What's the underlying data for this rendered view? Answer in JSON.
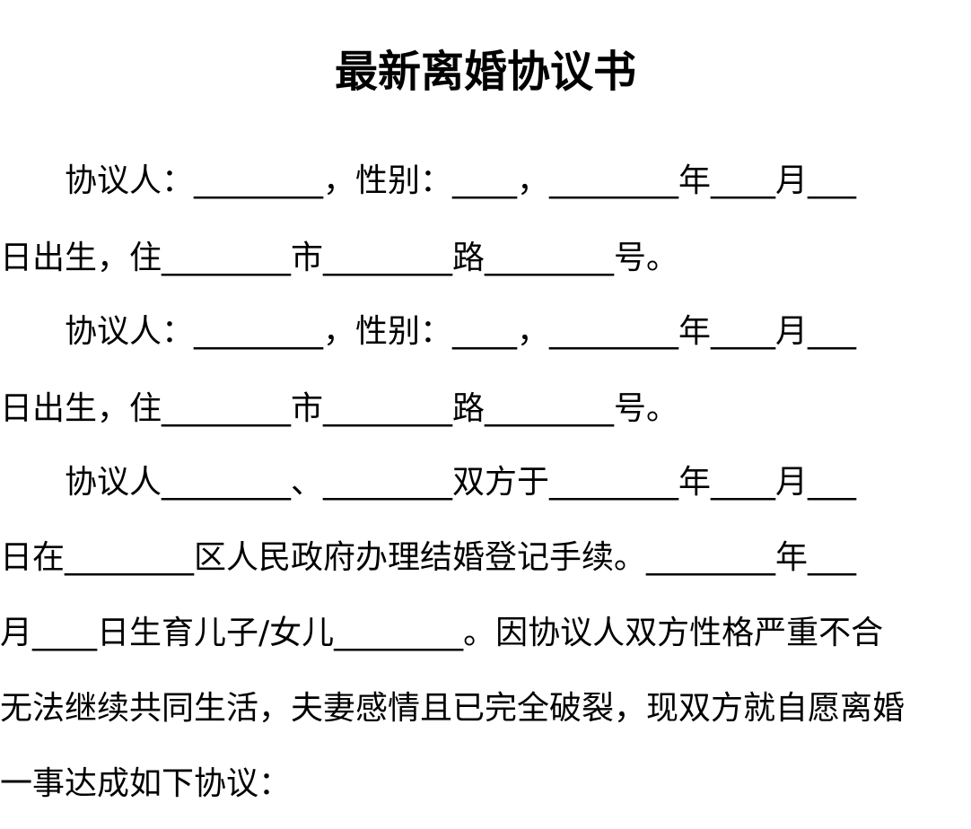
{
  "document": {
    "title": "最新离婚协议书",
    "lines": [
      "协议人：________，性别：____，________年____月___",
      "日出生，住________市________路________号。",
      "协议人：________，性别：____，________年____月___",
      "日出生，住________市________路________号。",
      "协议人________、________双方于________年____月___",
      "日在________区人民政府办理结婚登记手续。________年___",
      "月____日生育儿子/女儿________。因协议人双方性格严重不合",
      "无法继续共同生活，夫妻感情且已完全破裂，现双方就自愿离婚",
      "一事达成如下协议："
    ]
  }
}
